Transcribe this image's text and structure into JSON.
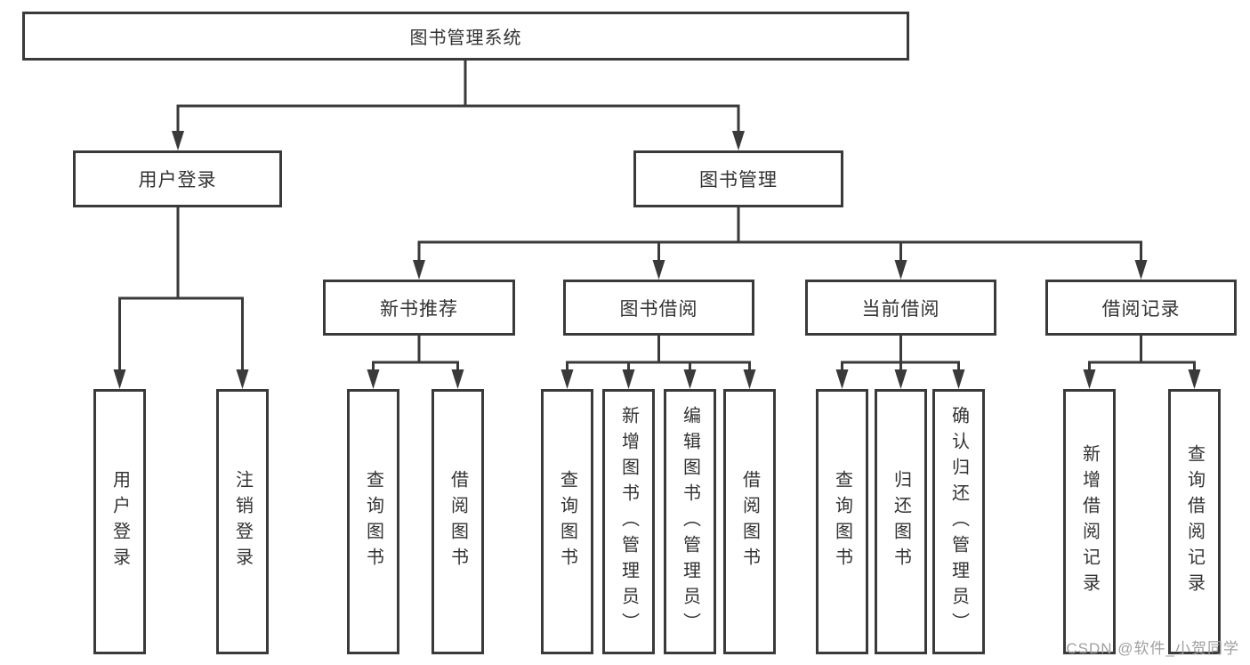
{
  "palette": {
    "line": "#3a3a3a",
    "text": "#333333",
    "box_bg": "#ffffff",
    "canvas_bg": "#ffffff",
    "watermark": "#a0a0a0"
  },
  "tree": {
    "root": {
      "label": "图书管理系统",
      "children": [
        {
          "label": "用户登录",
          "children": [
            {
              "label": "用户登录"
            },
            {
              "label": "注销登录"
            }
          ]
        },
        {
          "label": "图书管理",
          "children": [
            {
              "label": "新书推荐",
              "children": [
                {
                  "label": "查询图书"
                },
                {
                  "label": "借阅图书"
                }
              ]
            },
            {
              "label": "图书借阅",
              "children": [
                {
                  "label": "查询图书"
                },
                {
                  "label": "新增图书（管理员）"
                },
                {
                  "label": "编辑图书（管理员）"
                },
                {
                  "label": "借阅图书"
                }
              ]
            },
            {
              "label": "当前借阅",
              "children": [
                {
                  "label": "查询图书"
                },
                {
                  "label": "归还图书"
                },
                {
                  "label": "确认归还（管理员）"
                }
              ]
            },
            {
              "label": "借阅记录",
              "children": [
                {
                  "label": "新增借阅记录"
                },
                {
                  "label": "查询借阅记录"
                }
              ]
            }
          ]
        }
      ]
    }
  },
  "watermark": {
    "text": "CSDN @软件_小贺同学"
  }
}
